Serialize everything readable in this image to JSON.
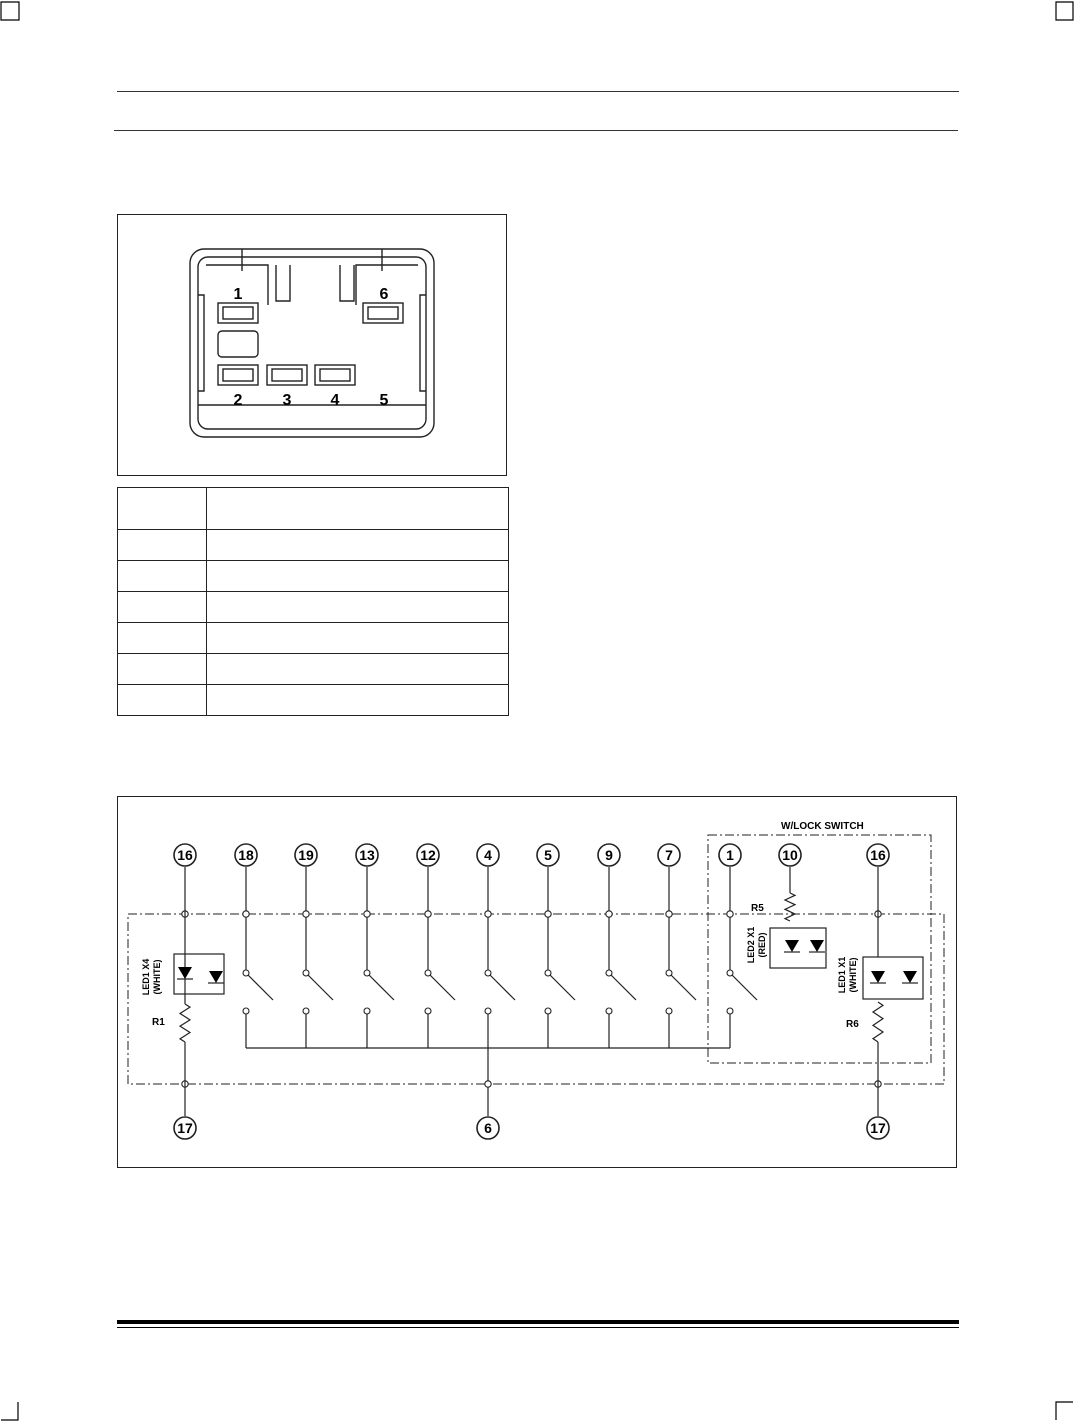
{
  "connector": {
    "pins": [
      {
        "label": "1"
      },
      {
        "label": "6"
      },
      {
        "label": "2"
      },
      {
        "label": "3"
      },
      {
        "label": "4"
      },
      {
        "label": "5"
      }
    ]
  },
  "pin_table": {
    "rows": 7
  },
  "schematic": {
    "top_terminals": [
      "16",
      "18",
      "19",
      "13",
      "12",
      "4",
      "5",
      "9",
      "7",
      "1",
      "10",
      "16"
    ],
    "bottom_terminals": [
      "17",
      "6",
      "17"
    ],
    "wlock_label": "W/LOCK SWITCH",
    "r1_label": "R1",
    "r5_label": "R5",
    "r6_label": "R6",
    "led_left": {
      "line1": "LED1 X4",
      "line2": "(WHITE)"
    },
    "led_mid": {
      "line1": "LED2 X1",
      "line2": "(RED)"
    },
    "led_right": {
      "line1": "LED1 X1",
      "line2": "(WHITE)"
    }
  }
}
